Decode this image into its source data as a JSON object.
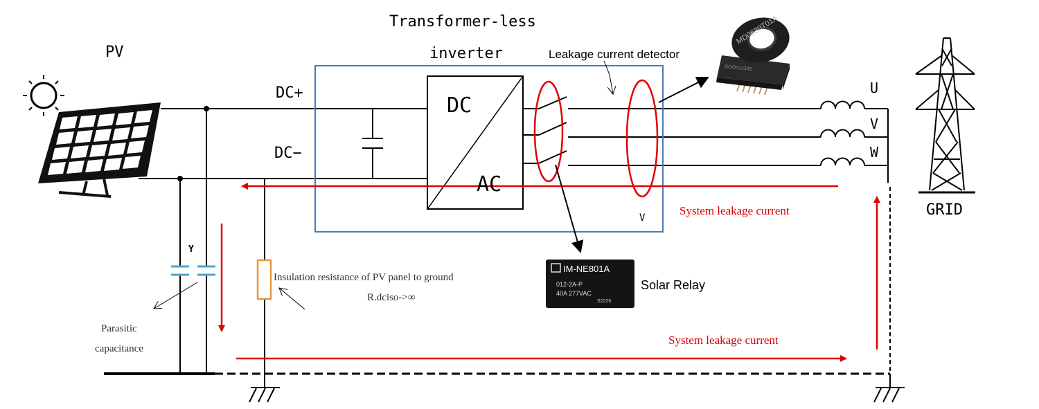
{
  "labels": {
    "pv": "PV",
    "title_line1": "Transformer-less",
    "title_line2": "inverter",
    "dc_plus": "DC+",
    "dc_minus": "DC−",
    "converter_dc": "DC",
    "converter_ac": "AC",
    "leakage_detector": "Leakage current detector",
    "phase_u": "U",
    "phase_v": "V",
    "phase_w": "W",
    "grid": "GRID",
    "system_leakage_upper": "System leakage current",
    "system_leakage_lower": "System leakage current",
    "v_small": "V",
    "y_cap": "Y",
    "insulation_line1": "Insulation resistance of PV panel to ground",
    "insulation_line2": "R.dciso->∞",
    "parasitic_line1": "Parasitic",
    "parasitic_line2": "capacitance",
    "solar_relay": "Solar Relay"
  },
  "detector_device": {
    "text_line1": "MD0630T01A",
    "text_line2": "DOO012345"
  },
  "relay_device": {
    "model": "IM-NE801A",
    "spec1": "012-2A-P",
    "spec2": "40A  277VAC",
    "code": "S2226"
  },
  "colors": {
    "wire": "#000000",
    "inverter_box": "#4a7ab8",
    "leakage": "#e00000",
    "resistor": "#e8953a",
    "capacitor": "#4aa6c8"
  }
}
